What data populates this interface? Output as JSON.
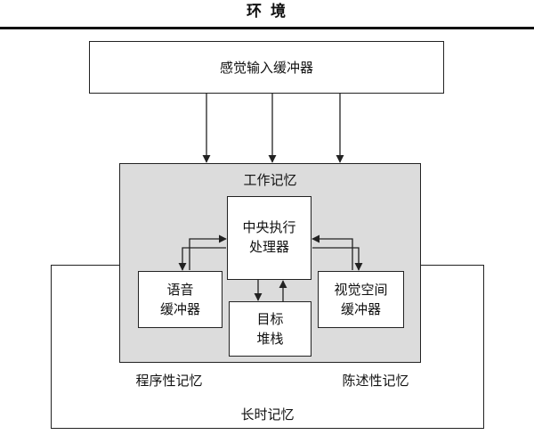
{
  "header": {
    "title": "环  境"
  },
  "sensory_buffer": {
    "label": "感觉输入缓冲器"
  },
  "working_memory": {
    "title": "工作记忆",
    "central_executive": {
      "line1": "中央执行",
      "line2": "处理器"
    },
    "phonological_buffer": {
      "line1": "语音",
      "line2": "缓冲器"
    },
    "goal_stack": {
      "line1": "目标",
      "line2": "堆栈"
    },
    "visuospatial_buffer": {
      "line1": "视觉空间",
      "line2": "缓冲器"
    }
  },
  "long_term_memory": {
    "title": "长时记忆",
    "procedural": "程序性记忆",
    "declarative": "陈述性记忆"
  },
  "colors": {
    "working_memory_fill": "#dcdcdc",
    "line": "#222222"
  }
}
